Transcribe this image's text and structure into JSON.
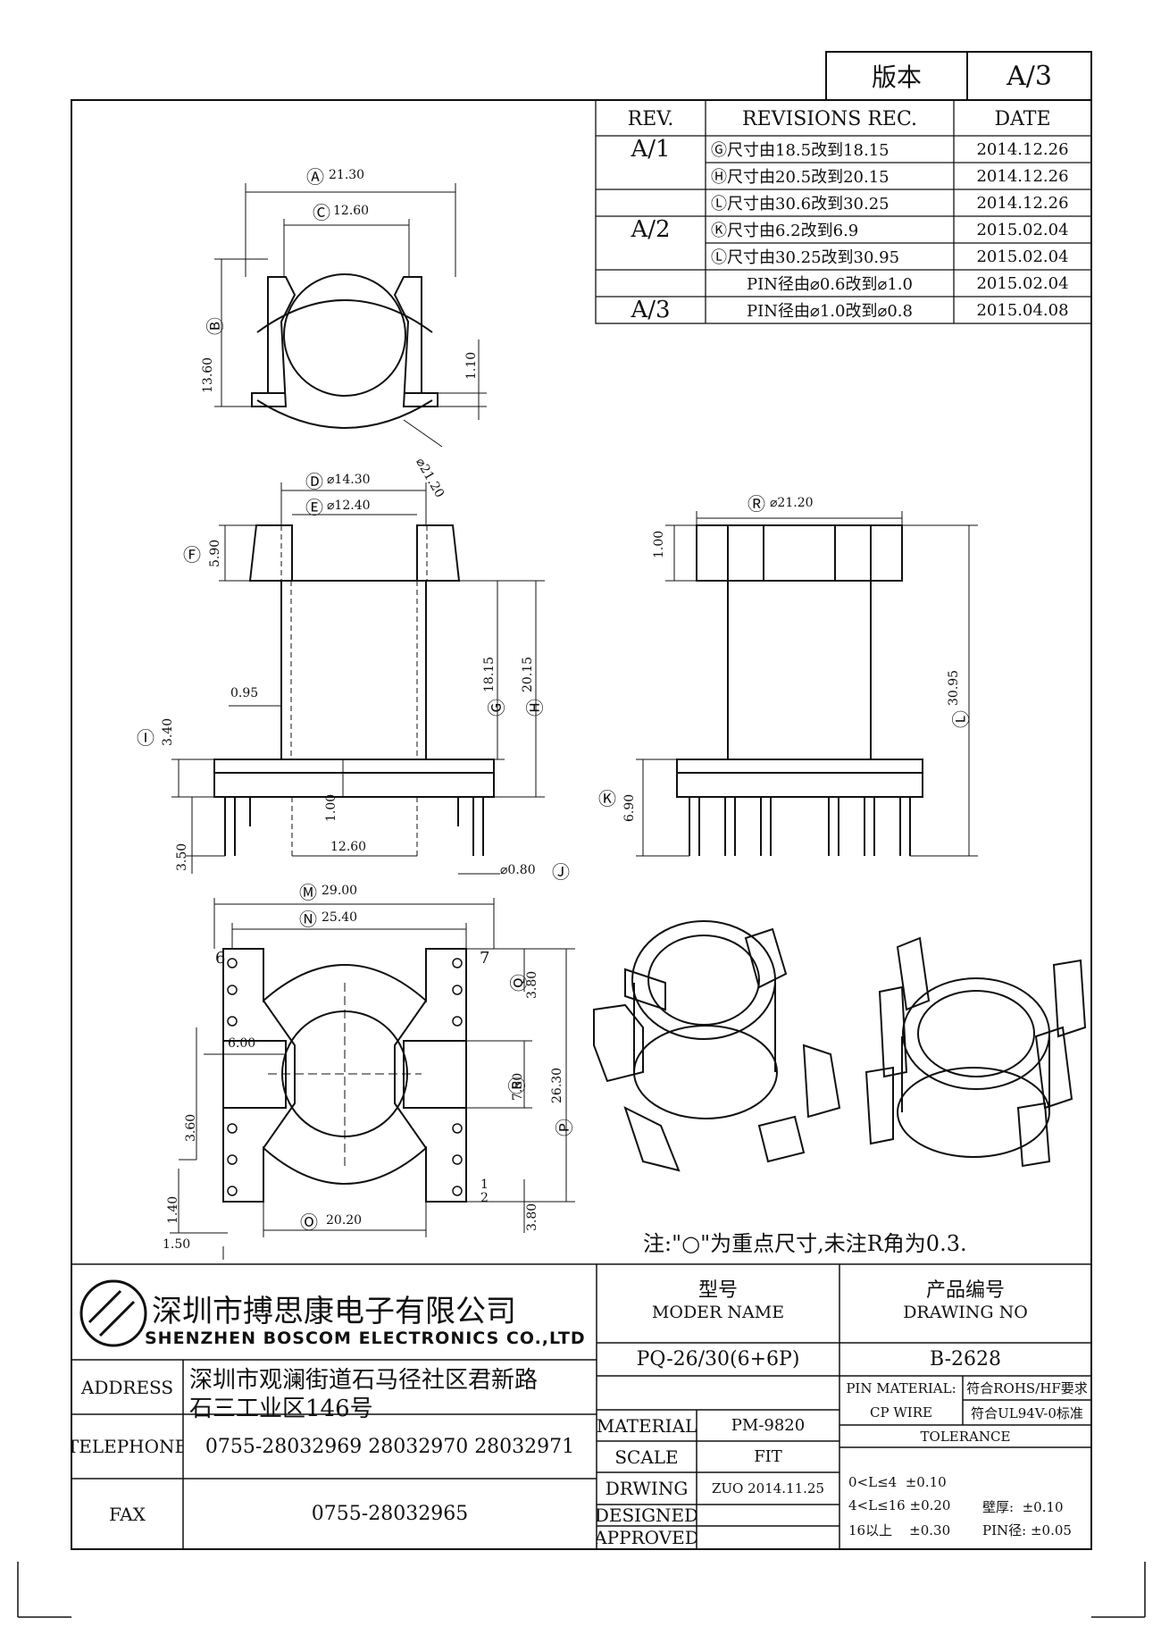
{
  "version_box": {
    "label": "版本",
    "value": "A/3"
  },
  "revisions": {
    "headers": {
      "rev": "REV.",
      "rec": "REVISIONS REC.",
      "date": "DATE"
    },
    "rows": [
      {
        "rev": "A/1",
        "rec": "Ⓖ尺寸由18.5改到18.15",
        "date": "2014.12.26"
      },
      {
        "rev": "",
        "rec": "Ⓗ尺寸由20.5改到20.15",
        "date": "2014.12.26"
      },
      {
        "rev": "",
        "rec": "Ⓛ尺寸由30.6改到30.25",
        "date": "2014.12.26"
      },
      {
        "rev": "A/2",
        "rec": "Ⓚ尺寸由6.2改到6.9",
        "date": "2015.02.04"
      },
      {
        "rev": "",
        "rec": "Ⓛ尺寸由30.25改到30.95",
        "date": "2015.02.04"
      },
      {
        "rev": "",
        "rec": "PIN径由⌀0.6改到⌀1.0",
        "date": "2015.02.04"
      },
      {
        "rev": "A/3",
        "rec": "PIN径由⌀1.0改到⌀0.8",
        "date": "2015.04.08"
      }
    ]
  },
  "dims": {
    "A": "Ⓐ",
    "A_val": "21.30",
    "C": "Ⓒ",
    "C_val": "12.60",
    "B": "Ⓑ",
    "B_val": "13.60",
    "top_side": "1.10",
    "dia1": "⌀21.20",
    "D": "Ⓓ",
    "D_val": "⌀14.30",
    "E": "Ⓔ",
    "E_val": "⌀12.40",
    "F": "Ⓕ",
    "F_val": "5.90",
    "G": "Ⓖ",
    "G_val": "18.15",
    "H": "Ⓗ",
    "H_val": "20.15",
    "I": "Ⓘ",
    "I_val": "3.40",
    "wall": "0.95",
    "inner_h": "1.00",
    "bottom_w": "12.60",
    "pin_len": "3.50",
    "J": "Ⓙ",
    "J_val": "⌀0.80",
    "R": "Ⓡ",
    "R_val": "⌀21.20",
    "flange": "1.00",
    "L": "Ⓛ",
    "L_val": "30.95",
    "K": "Ⓚ",
    "K_val": "6.90",
    "M": "Ⓜ",
    "M_val": "29.00",
    "N": "Ⓝ",
    "N_val": "25.40",
    "Q": "Ⓠ",
    "Q_val": "3.80",
    "R2": "Ⓡ",
    "R2_val": "7.50",
    "P": "Ⓟ",
    "P_val": "26.30",
    "w600": "6.00",
    "v360": "3.60",
    "v140": "1.40",
    "h150": "1.50",
    "O": "Ⓞ",
    "O_val": "20.20",
    "b380": "3.80",
    "pin6": "6",
    "pin7": "7",
    "pin1": "1",
    "pin2": "2"
  },
  "note": "注:\"○\"为重点尺寸,未注R角为0.3.",
  "title_block": {
    "company_cn": "深圳市搏思康电子有限公司",
    "company_en": "SHENZHEN BOSCOM ELECTRONICS CO.,LTD",
    "model_cn": "型号",
    "model_en": "MODER NAME",
    "model_value": "PQ-26/30(6+6P)",
    "drawing_cn": "产品编号",
    "drawing_en": "DRAWING NO",
    "drawing_value": "B-2628",
    "address_label": "ADDRESS",
    "address_line1": "深圳市观澜街道石马径社区君新路",
    "address_line2": "石三工业区146号",
    "telephone_label": "TELEPHONE",
    "telephone_value": "0755-28032969 28032970 28032971",
    "fax_label": "FAX",
    "fax_value": "0755-28032965",
    "material_label": "MATERIAL",
    "material_value": "PM-9820",
    "scale_label": "SCALE",
    "scale_value": "FIT",
    "drwing_label": "DRWING",
    "drwing_value": "ZUO 2014.11.25",
    "designed_label": "DESIGNED",
    "approved_label": "APPROVED",
    "pin_material_label": "PIN MATERIAL:",
    "pin_material_value": "符合ROHS/HF要求",
    "cp_wire_label": "CP WIRE",
    "cp_wire_value": "符合UL94V-0标准",
    "tolerance_label": "TOLERANCE",
    "tol1": "0<L≤4  ±0.10",
    "tol2": "4<L≤16 ±0.20",
    "tol3": "16以上    ±0.30",
    "tol_wall": "壁厚:  ±0.10",
    "tol_pin": "PIN径: ±0.05"
  }
}
